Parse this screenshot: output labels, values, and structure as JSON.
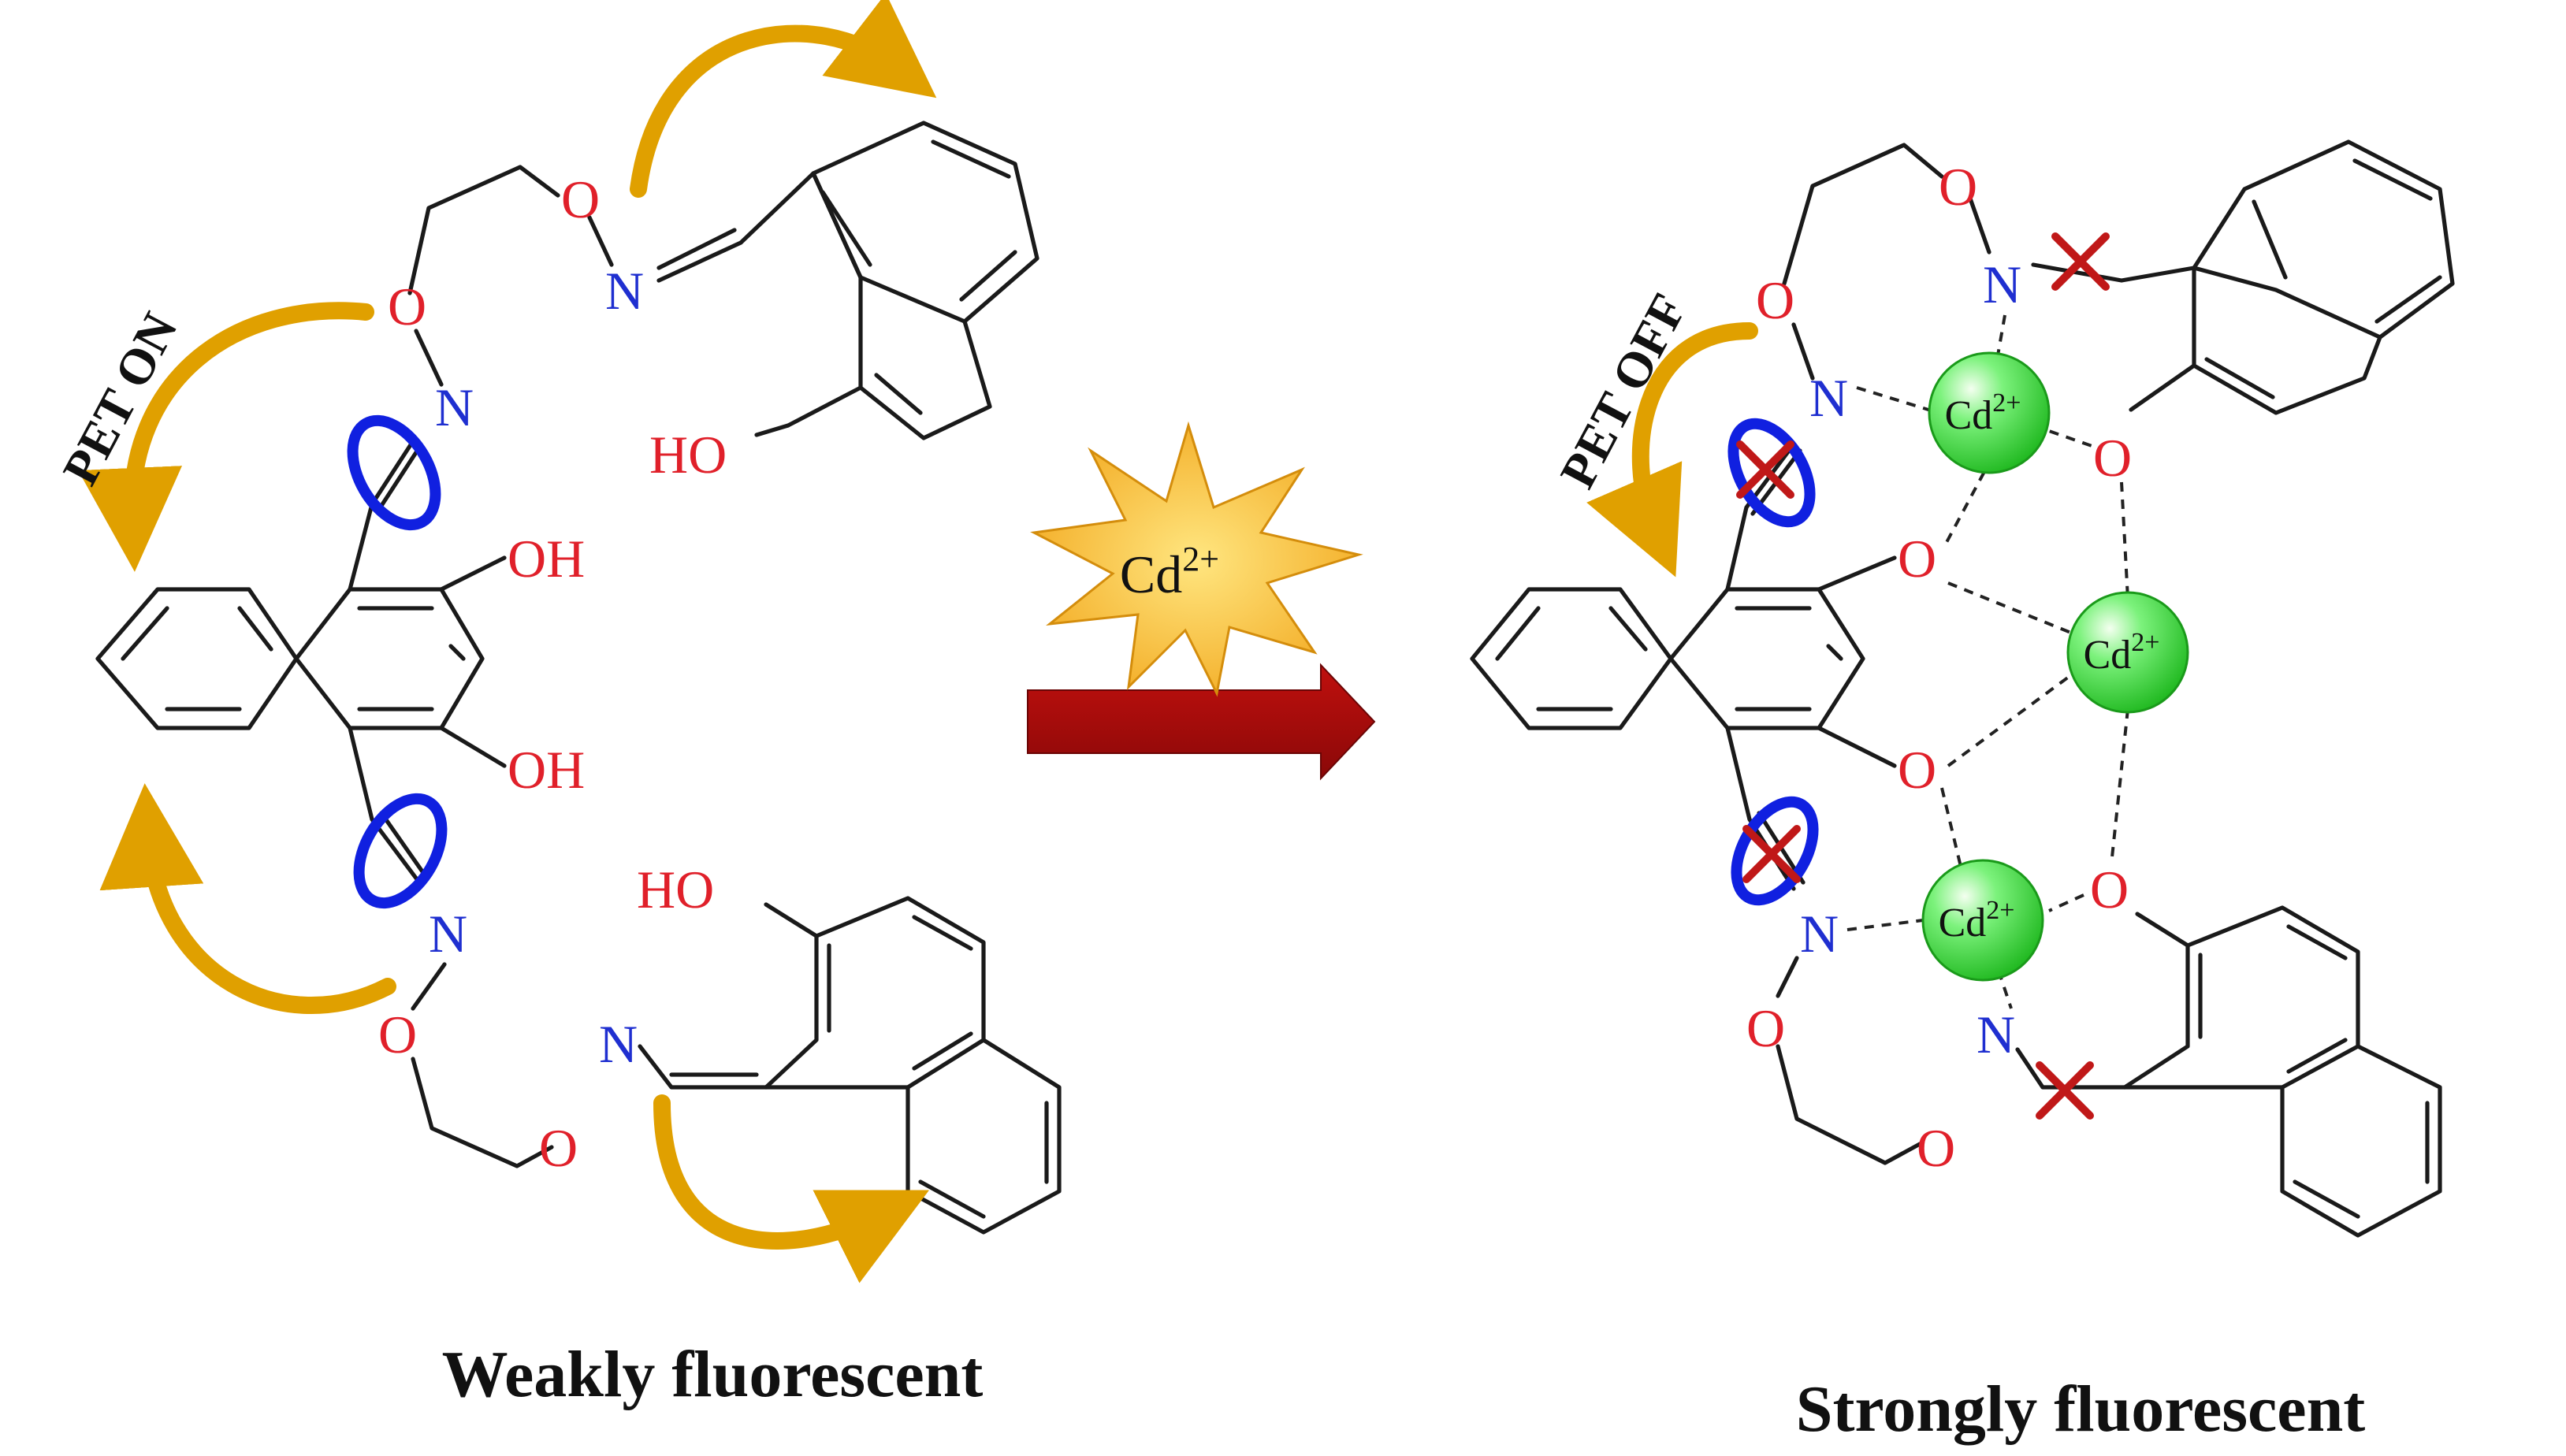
{
  "colors": {
    "bond": "#1a1a1a",
    "oxygen": "#e0202a",
    "nitrogen": "#1f2fd0",
    "rotor": "#1020e0",
    "pet_arrow": "#e0a000",
    "reaction_arrow": "#b00a0a",
    "burst_fill": "#f7b52a",
    "cross": "#c01818",
    "cd_sphere": "#4ee04e"
  },
  "left": {
    "label_pet": "PET ON",
    "caption": "Weakly fluorescent",
    "atoms": {
      "o_top_right": "O",
      "n_top_right": "N",
      "o_top_left": "O",
      "n_top_left": "N",
      "oh_top_naphthol": "HO",
      "oh_upper": "OH",
      "oh_lower": "OH",
      "n_bottom_left": "N",
      "o_bottom_left": "O",
      "oh_bottom_naphthol": "HO",
      "n_bottom_right": "N",
      "o_bottom_right": "O"
    }
  },
  "reagent": {
    "ion": "Cd",
    "charge": "2+"
  },
  "right": {
    "label_pet": "PET OFF",
    "caption": "Strongly fluorescent",
    "atoms": {
      "o_top": "O",
      "n_top": "N",
      "o_left_top": "O",
      "n_left_top": "N",
      "o_naphthol_top": "O",
      "o_diol_upper": "O",
      "o_diol_lower": "O",
      "n_left_bottom": "N",
      "o_naphthol_bottom": "O",
      "o_left_bottom": "O",
      "n_bottom": "N",
      "o_bottom": "O"
    },
    "metal_centers": [
      {
        "symbol": "Cd",
        "charge": "2+"
      },
      {
        "symbol": "Cd",
        "charge": "2+"
      },
      {
        "symbol": "Cd",
        "charge": "2+"
      }
    ]
  }
}
